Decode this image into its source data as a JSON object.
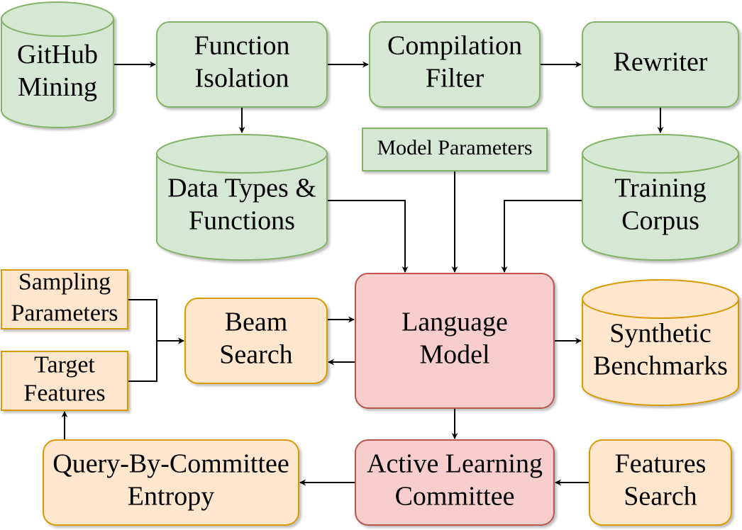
{
  "colors": {
    "green_fill": "#d5e8d4",
    "green_stroke": "#82b366",
    "orange_fill": "#ffe6cc",
    "orange_stroke": "#d79b00",
    "red_fill": "#f8cecc",
    "red_stroke": "#b85450",
    "edge": "#000000"
  },
  "nodes": {
    "github_mining": {
      "shape": "cylinder",
      "lines": [
        "GitHub",
        "Mining"
      ]
    },
    "function_isolation": {
      "shape": "rounded-rect",
      "lines": [
        "Function",
        "Isolation"
      ]
    },
    "compilation_filter": {
      "shape": "rounded-rect",
      "lines": [
        "Compilation",
        "Filter"
      ]
    },
    "rewriter": {
      "shape": "rounded-rect",
      "lines": [
        "Rewriter"
      ]
    },
    "data_types_functions": {
      "shape": "cylinder",
      "lines": [
        "Data Types &",
        "Functions"
      ]
    },
    "model_parameters": {
      "shape": "rect",
      "lines": [
        "Model Parameters"
      ]
    },
    "training_corpus": {
      "shape": "cylinder",
      "lines": [
        "Training",
        "Corpus"
      ]
    },
    "sampling_parameters": {
      "shape": "rect",
      "lines": [
        "Sampling",
        "Parameters"
      ]
    },
    "target_features": {
      "shape": "rect",
      "lines": [
        "Target",
        "Features"
      ]
    },
    "beam_search": {
      "shape": "rounded-rect",
      "lines": [
        "Beam",
        "Search"
      ]
    },
    "language_model": {
      "shape": "rounded-rect",
      "lines": [
        "Language",
        "Model"
      ]
    },
    "synthetic_benchmarks": {
      "shape": "cylinder",
      "lines": [
        "Synthetic",
        "Benchmarks"
      ]
    },
    "query_by_committee": {
      "shape": "rounded-rect",
      "lines": [
        "Query-By-Committee",
        "Entropy"
      ]
    },
    "active_learning_committee": {
      "shape": "rounded-rect",
      "lines": [
        "Active Learning",
        "Committee"
      ]
    },
    "features_search": {
      "shape": "rounded-rect",
      "lines": [
        "Features",
        "Search"
      ]
    }
  },
  "edges": [
    {
      "from": "github_mining",
      "to": "function_isolation"
    },
    {
      "from": "function_isolation",
      "to": "compilation_filter"
    },
    {
      "from": "compilation_filter",
      "to": "rewriter"
    },
    {
      "from": "function_isolation",
      "to": "data_types_functions"
    },
    {
      "from": "rewriter",
      "to": "training_corpus"
    },
    {
      "from": "data_types_functions",
      "to": "language_model"
    },
    {
      "from": "model_parameters",
      "to": "language_model"
    },
    {
      "from": "training_corpus",
      "to": "language_model"
    },
    {
      "from": "sampling_parameters",
      "to": "beam_search"
    },
    {
      "from": "target_features",
      "to": "beam_search"
    },
    {
      "from": "beam_search",
      "to": "language_model"
    },
    {
      "from": "language_model",
      "to": "beam_search"
    },
    {
      "from": "language_model",
      "to": "synthetic_benchmarks"
    },
    {
      "from": "language_model",
      "to": "active_learning_committee"
    },
    {
      "from": "features_search",
      "to": "active_learning_committee"
    },
    {
      "from": "active_learning_committee",
      "to": "query_by_committee"
    },
    {
      "from": "query_by_committee",
      "to": "target_features"
    }
  ]
}
